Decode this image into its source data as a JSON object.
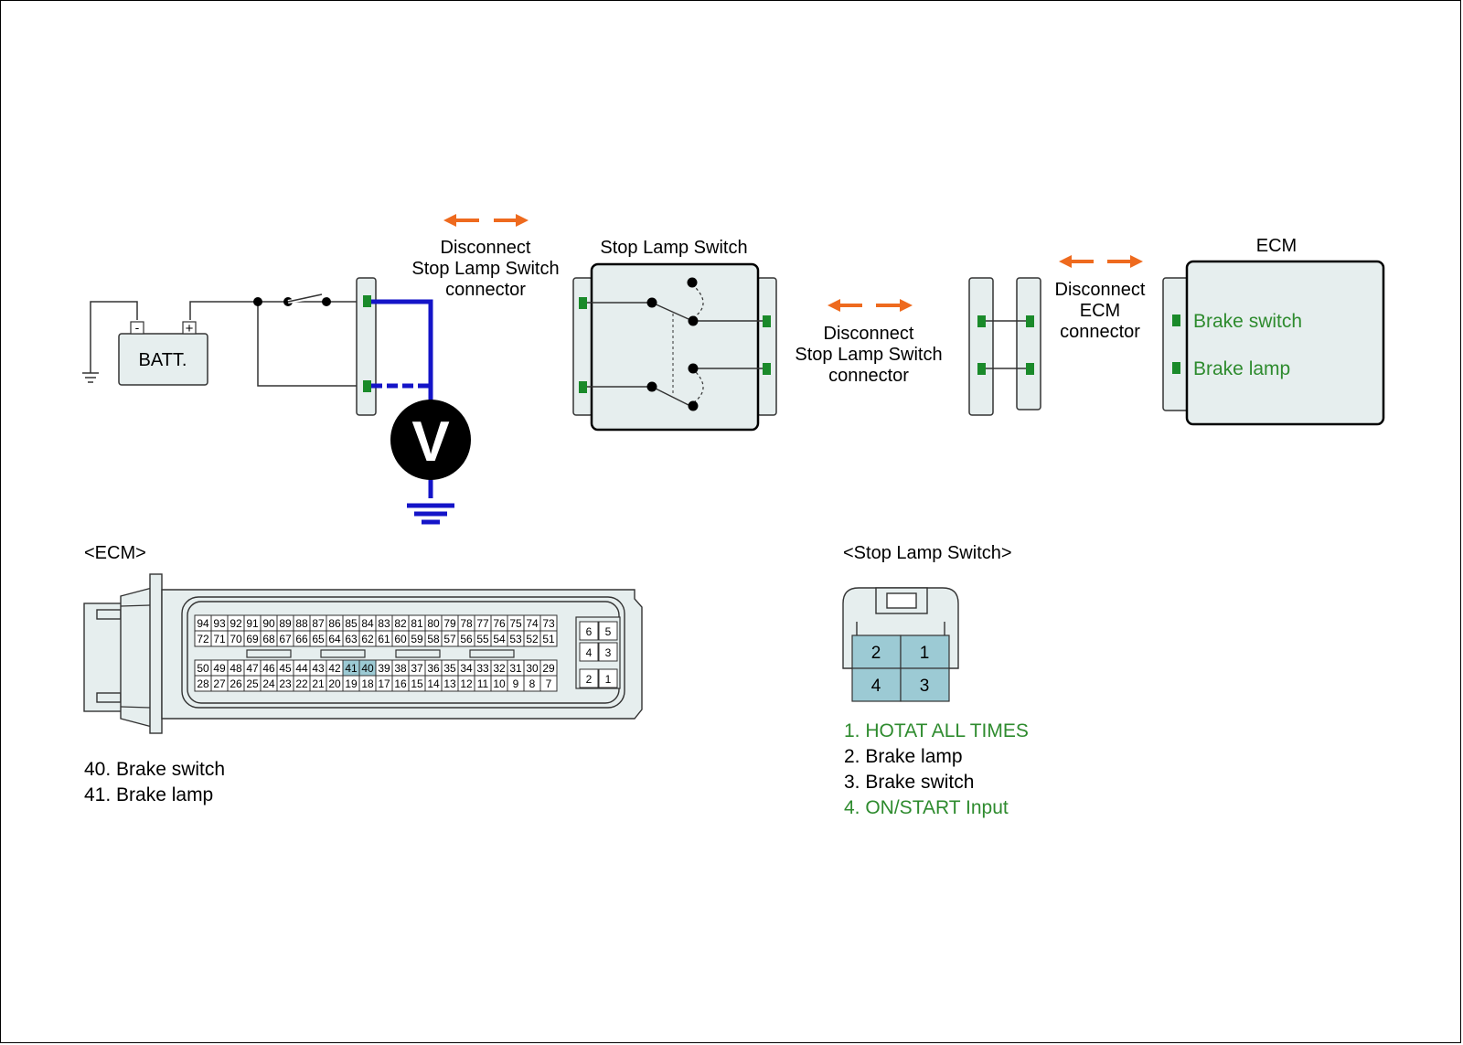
{
  "colors": {
    "panel_fill": "#e6eeee",
    "wire_blue": "#1414c8",
    "arrow_orange": "#ee6a1e",
    "pin_green": "#1a8a2a",
    "text_green": "#2e8b2e",
    "highlight_pin": "#9ccad4"
  },
  "battery": {
    "label": "BATT.",
    "neg": "-",
    "pos": "+"
  },
  "meter": {
    "label": "V"
  },
  "disconnect_1": {
    "line1": "Disconnect",
    "line2": "Stop Lamp Switch",
    "line3": "connector"
  },
  "disconnect_2": {
    "line1": "Disconnect",
    "line2": "Stop Lamp Switch",
    "line3": "connector"
  },
  "disconnect_3": {
    "line1": "Disconnect",
    "line2": "ECM",
    "line3": "connector"
  },
  "stop_lamp_switch": {
    "title": "Stop Lamp Switch"
  },
  "ecm_box": {
    "title": "ECM",
    "pin1": "Brake switch",
    "pin2": "Brake lamp"
  },
  "ecm_connector": {
    "title": "<ECM>",
    "row1": [
      "94",
      "93",
      "92",
      "91",
      "90",
      "89",
      "88",
      "87",
      "86",
      "85",
      "84",
      "83",
      "82",
      "81",
      "80",
      "79",
      "78",
      "77",
      "76",
      "75",
      "74",
      "73"
    ],
    "row2": [
      "72",
      "71",
      "70",
      "69",
      "68",
      "67",
      "66",
      "65",
      "64",
      "63",
      "62",
      "61",
      "60",
      "59",
      "58",
      "57",
      "56",
      "55",
      "54",
      "53",
      "52",
      "51"
    ],
    "row3": [
      "50",
      "49",
      "48",
      "47",
      "46",
      "45",
      "44",
      "43",
      "42",
      "41",
      "40",
      "39",
      "38",
      "37",
      "36",
      "35",
      "34",
      "33",
      "32",
      "31",
      "30",
      "29"
    ],
    "row4": [
      "28",
      "27",
      "26",
      "25",
      "24",
      "23",
      "22",
      "21",
      "20",
      "19",
      "18",
      "17",
      "16",
      "15",
      "14",
      "13",
      "12",
      "11",
      "10",
      "9",
      "8",
      "7"
    ],
    "small_pins": [
      [
        "6",
        "5"
      ],
      [
        "4",
        "3"
      ],
      [
        "2",
        "1"
      ]
    ],
    "highlighted": [
      "41",
      "40"
    ],
    "legend": [
      "40. Brake switch",
      "41. Brake lamp"
    ]
  },
  "sls_connector": {
    "title": "<Stop Lamp Switch>",
    "pins": [
      "2",
      "1",
      "4",
      "3"
    ],
    "legend": [
      {
        "text": "1. HOTAT ALL TIMES",
        "green": true
      },
      {
        "text": "2. Brake lamp",
        "green": false
      },
      {
        "text": "3. Brake switch",
        "green": false
      },
      {
        "text": "4. ON/START Input",
        "green": true
      }
    ]
  }
}
